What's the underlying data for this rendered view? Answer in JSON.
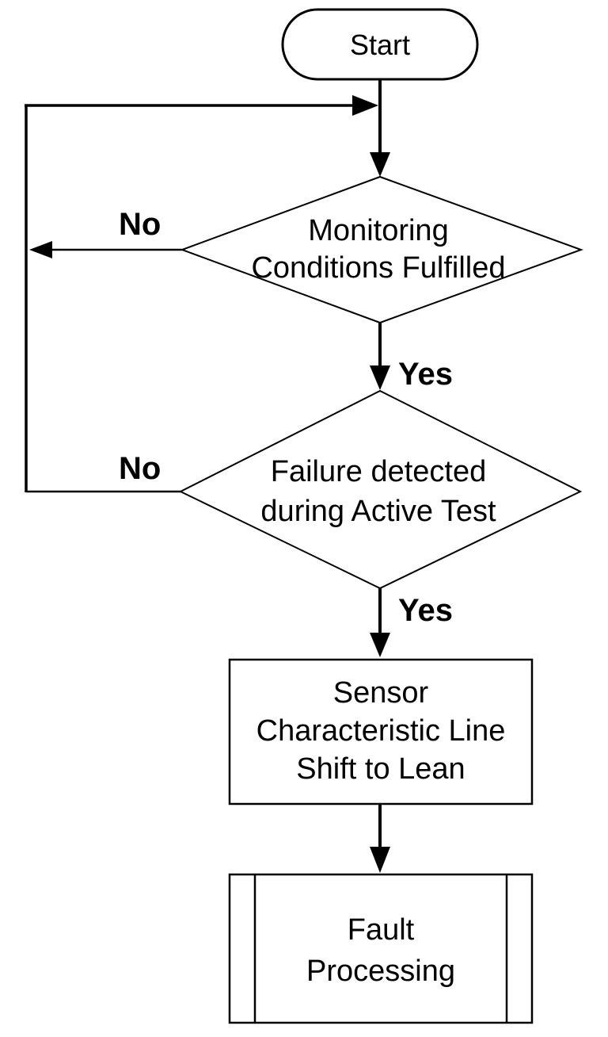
{
  "diagram": {
    "type": "flowchart",
    "background_color": "#ffffff",
    "line_color": "#000000",
    "text_color": "#000000",
    "nodes": [
      {
        "id": "start",
        "shape": "terminator",
        "label": "Start",
        "lines": [
          "Start"
        ]
      },
      {
        "id": "monitoring-conditions-decision",
        "shape": "decision",
        "label": "Monitoring Conditions Fulfilled",
        "lines": [
          "Monitoring",
          "Conditions Fulfilled"
        ]
      },
      {
        "id": "failure-detected-decision",
        "shape": "decision",
        "label": "Failure detected during Active Test",
        "lines": [
          "Failure detected",
          "during Active Test"
        ]
      },
      {
        "id": "sensor-characteristic-process",
        "shape": "process",
        "label": "Sensor Characteristic Line Shift to Lean",
        "lines": [
          "Sensor",
          "Characteristic Line",
          "Shift to Lean"
        ]
      },
      {
        "id": "fault-processing",
        "shape": "predefined-process",
        "label": "Fault Processing",
        "lines": [
          "Fault",
          "Processing"
        ]
      }
    ],
    "edges": [
      {
        "from": "start",
        "to": "monitoring-conditions-decision",
        "label": ""
      },
      {
        "from": "monitoring-conditions-decision",
        "to": "loop-junction",
        "label": "No"
      },
      {
        "from": "monitoring-conditions-decision",
        "to": "failure-detected-decision",
        "label": "Yes"
      },
      {
        "from": "failure-detected-decision",
        "to": "loop-junction",
        "label": "No"
      },
      {
        "from": "failure-detected-decision",
        "to": "sensor-characteristic-process",
        "label": "Yes"
      },
      {
        "from": "sensor-characteristic-process",
        "to": "fault-processing",
        "label": ""
      }
    ]
  }
}
